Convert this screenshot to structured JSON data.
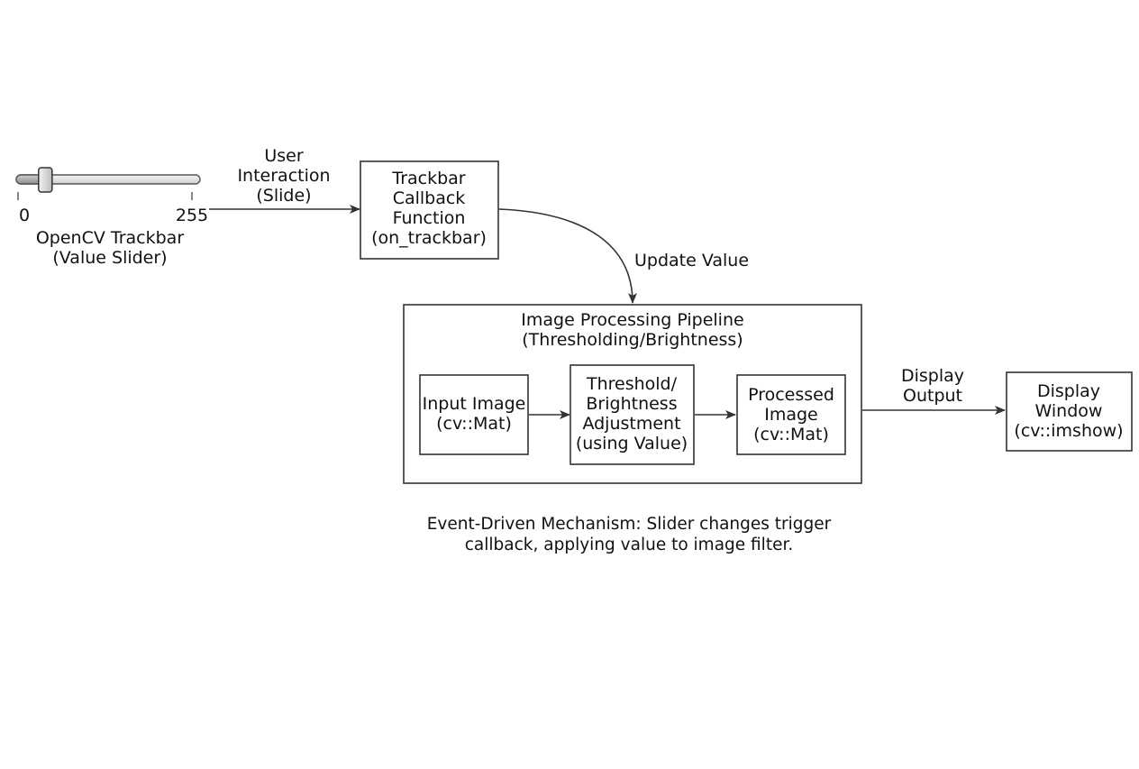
{
  "trackbar": {
    "min_label": "0",
    "max_label": "255",
    "value": 33,
    "max": 255,
    "name_lines": [
      "OpenCV Trackbar",
      "(Value Slider)"
    ]
  },
  "edges": {
    "user_interaction": [
      "User",
      "Interaction",
      "(Slide)"
    ],
    "update_value": "Update Value",
    "display_output": [
      "Display",
      "Output"
    ]
  },
  "callback_box": [
    "Trackbar",
    "Callback",
    "Function",
    "(on_trackbar)"
  ],
  "pipeline": {
    "title_lines": [
      "Image Processing Pipeline",
      "(Thresholding/Brightness)"
    ],
    "input_box": [
      "Input Image",
      "(cv::Mat)"
    ],
    "adjust_box": [
      "Threshold/",
      "Brightness",
      "Adjustment",
      "(using Value)"
    ],
    "processed_box": [
      "Processed",
      "Image",
      "(cv::Mat)"
    ]
  },
  "display_box": [
    "Display",
    "Window",
    "(cv::imshow)"
  ],
  "caption_lines": [
    "Event-Driven Mechanism: Slider changes trigger",
    "callback, applying value to image filter."
  ],
  "colors": {
    "stroke": "#222222",
    "text": "#111111"
  }
}
